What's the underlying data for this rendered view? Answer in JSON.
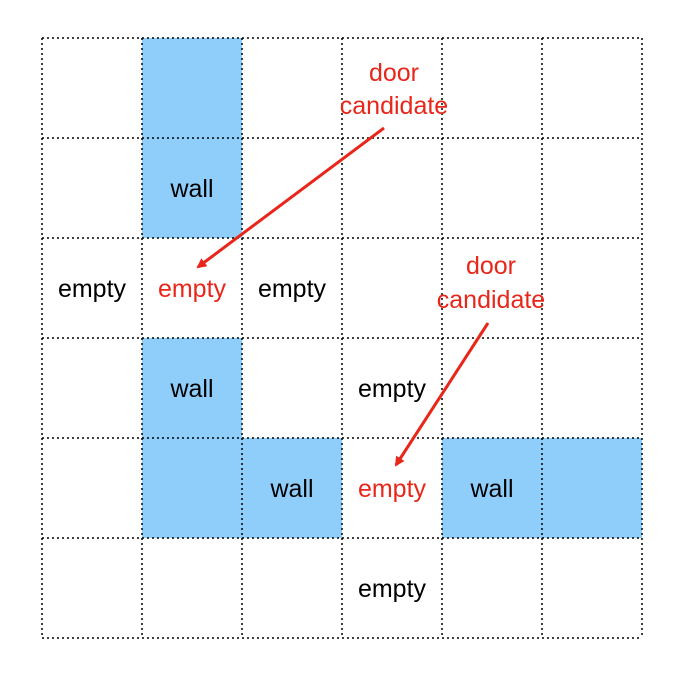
{
  "grid": {
    "rows": 6,
    "cols": 6,
    "wall_fill": "#8fcdfb",
    "grid_line_color": "#000000",
    "cells": [
      {
        "row": 0,
        "col": 1,
        "type": "wall",
        "label": ""
      },
      {
        "row": 1,
        "col": 1,
        "type": "wall",
        "label": "wall"
      },
      {
        "row": 2,
        "col": 0,
        "type": "empty",
        "label": "empty"
      },
      {
        "row": 2,
        "col": 1,
        "type": "empty",
        "label": "empty",
        "highlight": true
      },
      {
        "row": 2,
        "col": 2,
        "type": "empty",
        "label": "empty"
      },
      {
        "row": 3,
        "col": 1,
        "type": "wall",
        "label": "wall"
      },
      {
        "row": 3,
        "col": 3,
        "type": "empty",
        "label": "empty"
      },
      {
        "row": 4,
        "col": 1,
        "type": "wall",
        "label": ""
      },
      {
        "row": 4,
        "col": 2,
        "type": "wall",
        "label": "wall"
      },
      {
        "row": 4,
        "col": 3,
        "type": "empty",
        "label": "empty",
        "highlight": true
      },
      {
        "row": 4,
        "col": 4,
        "type": "wall",
        "label": "wall"
      },
      {
        "row": 4,
        "col": 5,
        "type": "wall",
        "label": ""
      },
      {
        "row": 5,
        "col": 3,
        "type": "empty",
        "label": "empty"
      }
    ]
  },
  "annotations": {
    "color": "#e8261a",
    "door_candidate_1": {
      "line1": "door",
      "line2": "candidate"
    },
    "door_candidate_2": {
      "line1": "door",
      "line2": "candidate"
    }
  },
  "colors": {
    "label_default": "#000000",
    "label_highlight": "#e8261a"
  }
}
